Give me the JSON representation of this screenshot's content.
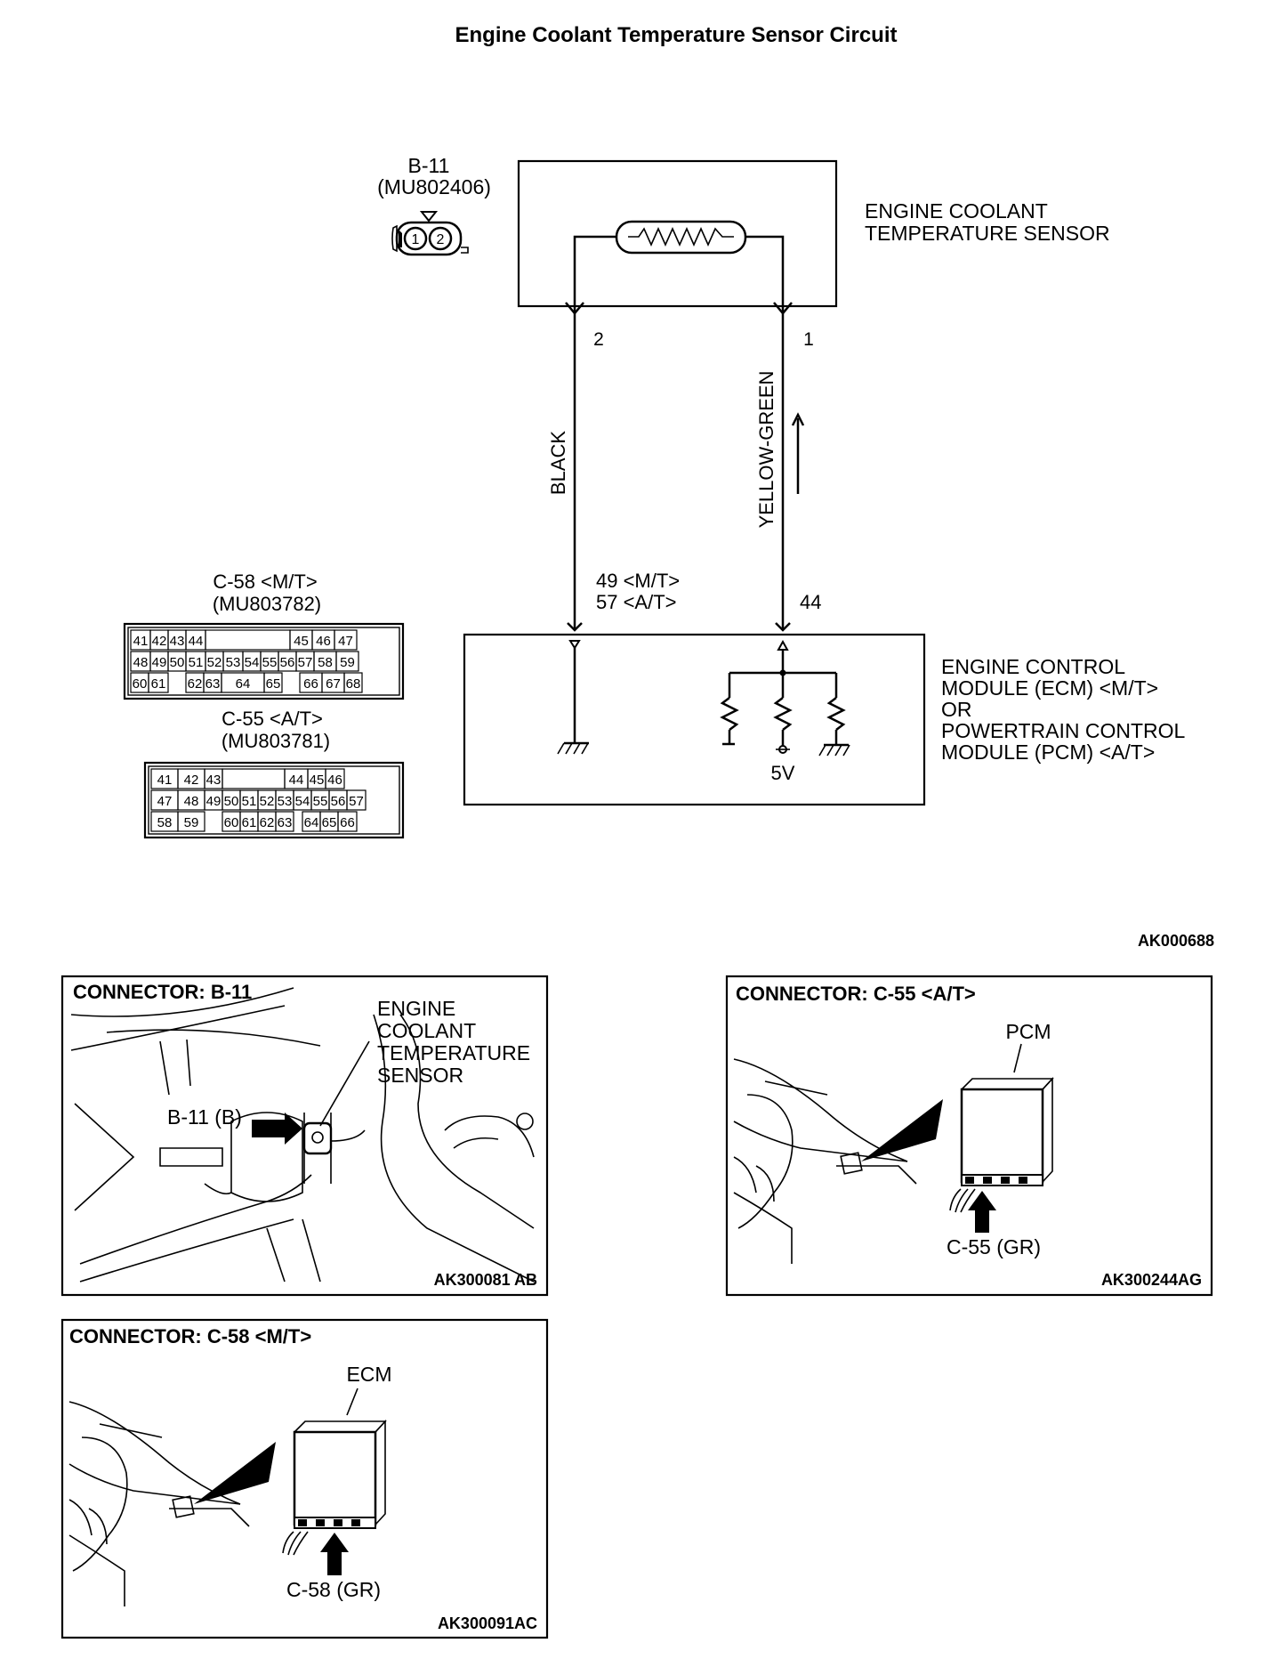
{
  "title": "Engine Coolant Temperature Sensor Circuit",
  "figure_code": "AK000688",
  "sensor": {
    "connector_name": "B-11",
    "part_number": "(MU802406)",
    "pin_labels": [
      "1",
      "2"
    ],
    "label_lines": [
      "ENGINE COOLANT",
      "TEMPERATURE SENSOR"
    ]
  },
  "wires": {
    "left_pin": "2",
    "right_pin": "1",
    "left_color": "BLACK",
    "right_color": "YELLOW-GREEN",
    "left_ecm_pins": [
      "49 <M/T>",
      "57 <A/T>"
    ],
    "right_ecm_pin": "44"
  },
  "ecm": {
    "label_lines": [
      "ENGINE CONTROL",
      "MODULE (ECM) <M/T>",
      "OR",
      "POWERTRAIN CONTROL",
      "MODULE (PCM) <A/T>"
    ],
    "supply": "5V"
  },
  "connectors": [
    {
      "name": "C-58 <M/T>",
      "part_number": "(MU803782)",
      "rows": [
        [
          "41",
          "42",
          "43",
          "44",
          "",
          "45",
          "46",
          "47"
        ],
        [
          "48",
          "49",
          "50",
          "51",
          "52",
          "53",
          "54",
          "55",
          "56",
          "57",
          "58",
          "59"
        ],
        [
          "60",
          "61",
          "62",
          "63",
          "64",
          "65",
          "66",
          "67",
          "68"
        ]
      ]
    },
    {
      "name": "C-55 <A/T>",
      "part_number": "(MU803781)",
      "rows": [
        [
          "41",
          "42",
          "43",
          "",
          "44",
          "45",
          "46"
        ],
        [
          "47",
          "48",
          "49",
          "50",
          "51",
          "52",
          "53",
          "54",
          "55",
          "56",
          "57"
        ],
        [
          "58",
          "59",
          "60",
          "61",
          "62",
          "63",
          "64",
          "65",
          "66"
        ]
      ]
    }
  ],
  "panels": {
    "b11": {
      "title": "CONNECTOR: B-11",
      "callout_lines": [
        "ENGINE",
        "COOLANT",
        "TEMPERATURE",
        "SENSOR"
      ],
      "pointer_label": "B-11 (B)",
      "code": "AK300081 AB"
    },
    "c55": {
      "title": "CONNECTOR: C-55 <A/T>",
      "module_label": "PCM",
      "pointer_label": "C-55 (GR)",
      "code": "AK300244AG"
    },
    "c58": {
      "title": "CONNECTOR: C-58 <M/T>",
      "module_label": "ECM",
      "pointer_label": "C-58 (GR)",
      "code": "AK300091AC"
    }
  }
}
